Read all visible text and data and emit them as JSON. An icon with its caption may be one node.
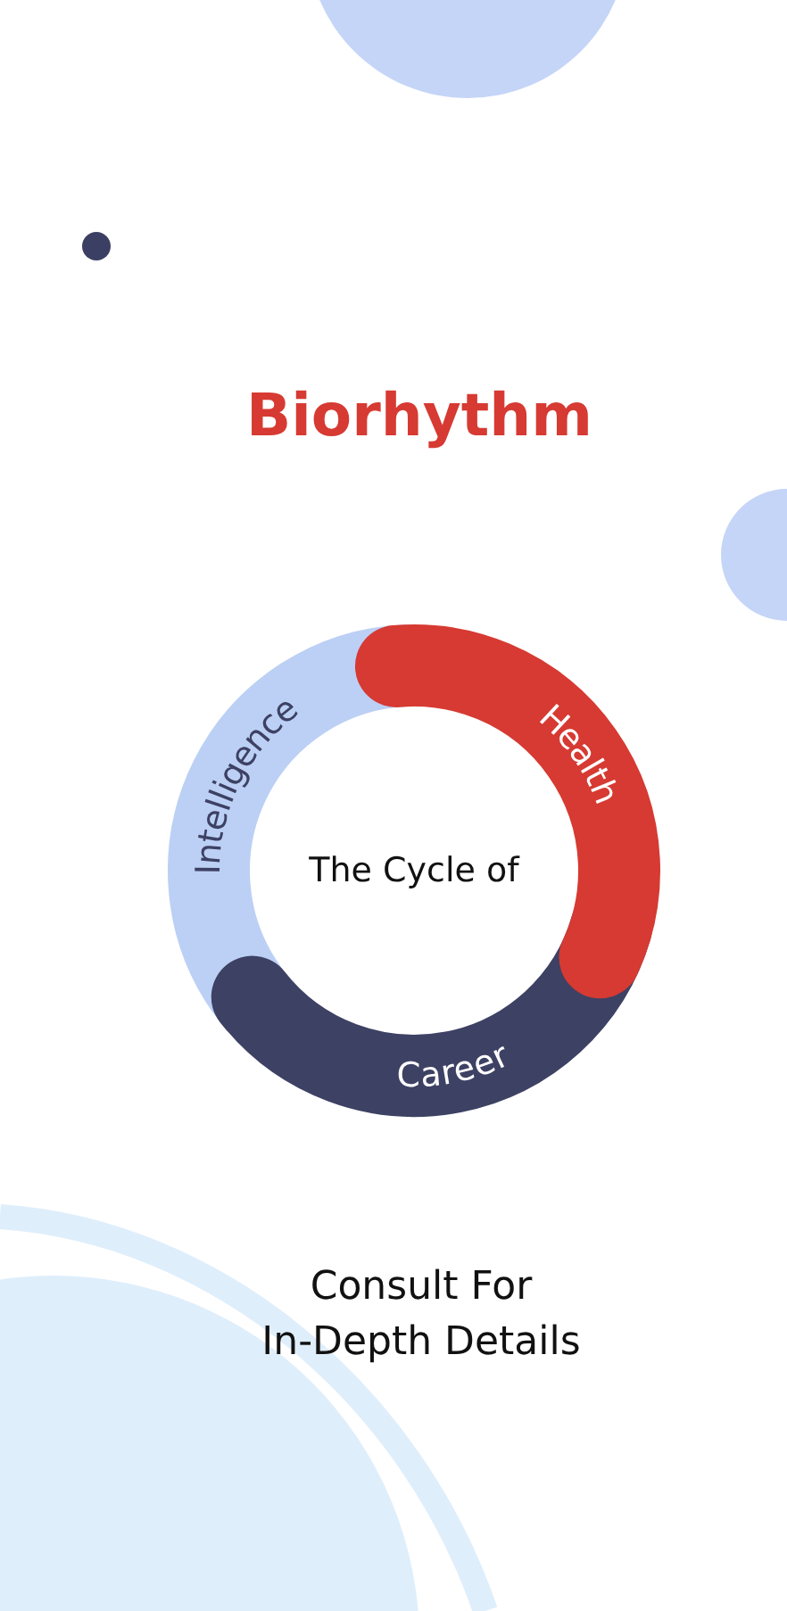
{
  "diagram": {
    "title": "Biorhythm",
    "nodes": [
      {
        "text": [
          "Health"
        ]
      },
      {
        "text": [
          "Career"
        ]
      },
      {
        "text": [
          "Intelligence"
        ]
      }
    ],
    "labels": [
      "The Cycle of"
    ],
    "caption": "Consult For In-Depth Details"
  }
}
